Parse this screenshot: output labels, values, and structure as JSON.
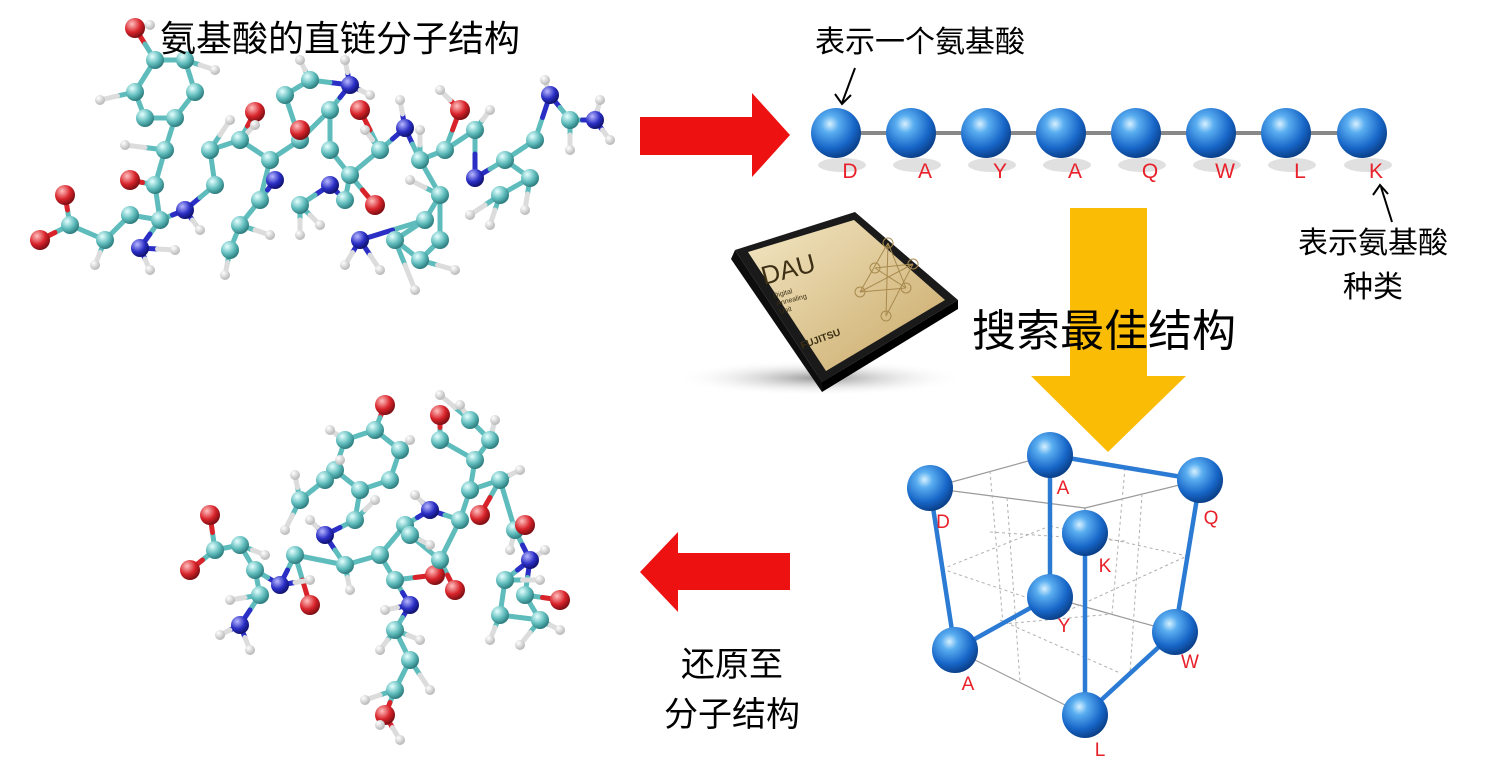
{
  "labels": {
    "title": "氨基酸的直链分子结构",
    "residue_note": "表示一个氨基酸",
    "type_note_line1": "表示氨基酸",
    "type_note_line2": "种类",
    "search": "搜索最佳结构",
    "restore_line1": "还原至",
    "restore_line2": "分子结构"
  },
  "chip": {
    "brand": "DAU",
    "subtitle": [
      "Digital",
      "Annealing",
      "Unit"
    ],
    "maker": "FUJITSU"
  },
  "sequence": [
    "D",
    "A",
    "Y",
    "A",
    "Q",
    "W",
    "L",
    "K"
  ],
  "cube_labels": [
    "D",
    "A",
    "Q",
    "K",
    "Y",
    "A",
    "W",
    "L"
  ],
  "colors": {
    "sphere": "#1e78d8",
    "sphere_highlight": "#bfe4ff",
    "residue_letter": "#e8202a",
    "red_arrow": "#ee1111",
    "gold_arrow": "#fbbc05",
    "cube_edge": "#2b7ad3",
    "atom_carbon": "#5fbcbc",
    "atom_oxygen": "#d8232a",
    "atom_nitrogen": "#2a2ec4",
    "atom_hydrogen": "#ffffff"
  }
}
